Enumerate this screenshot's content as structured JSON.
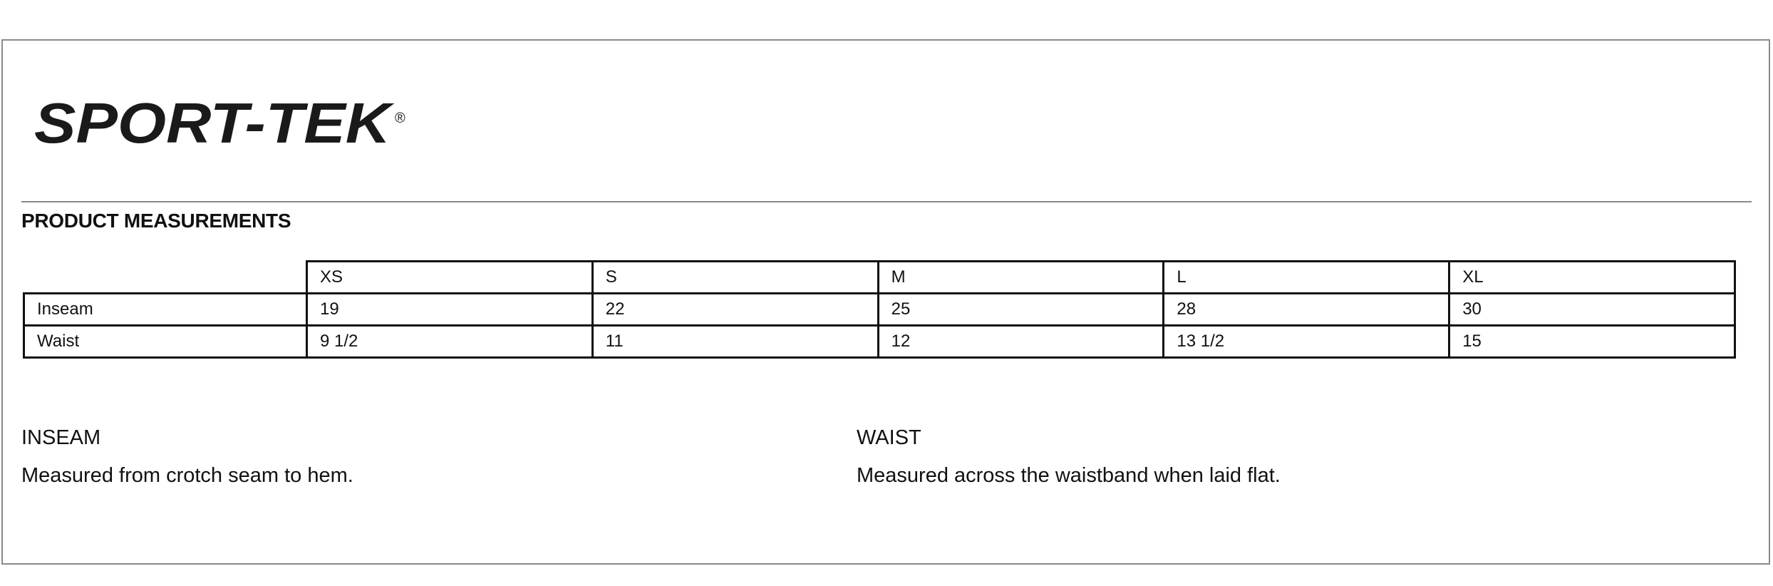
{
  "brand": {
    "logo_text": "SPORT-TEK",
    "logo_mark": "®"
  },
  "section": {
    "title": "PRODUCT MEASUREMENTS"
  },
  "table": {
    "columns": [
      "XS",
      "S",
      "M",
      "L",
      "XL"
    ],
    "rows": [
      {
        "label": "Inseam",
        "values": [
          "19",
          "22",
          "25",
          "28",
          "30"
        ]
      },
      {
        "label": "Waist",
        "values": [
          "9 1/2",
          "11",
          "12",
          "13 1/2",
          "15"
        ]
      }
    ]
  },
  "definitions": {
    "inseam": {
      "title": "INSEAM",
      "text": "Measured from crotch seam to hem."
    },
    "waist": {
      "title": "WAIST",
      "text": "Measured across the waistband when laid flat."
    }
  },
  "colors": {
    "frame": "#8a8a8a",
    "text": "#111111",
    "logo": "#1a1a1a"
  }
}
